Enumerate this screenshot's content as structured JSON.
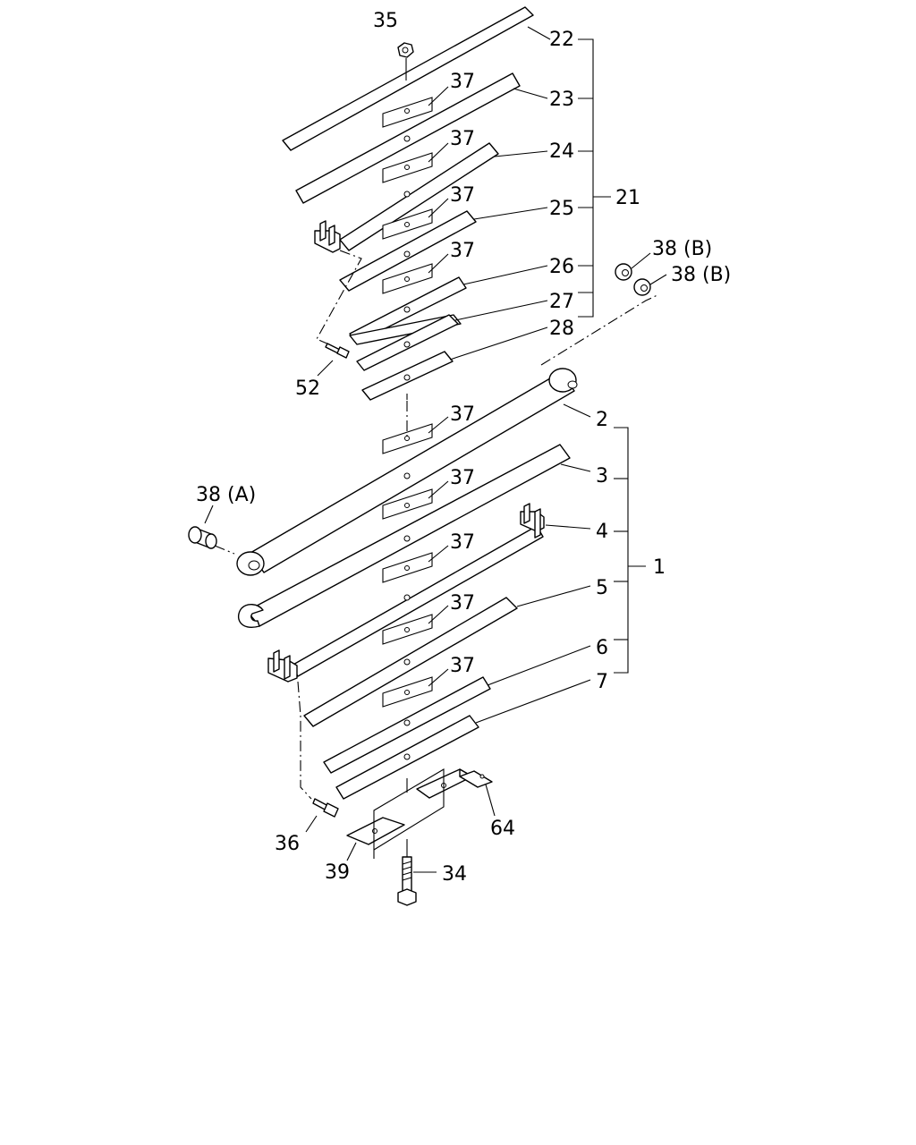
{
  "labels": {
    "p1": "1",
    "p2": "2",
    "p3": "3",
    "p4": "4",
    "p5": "5",
    "p6": "6",
    "p7": "7",
    "p21": "21",
    "p22": "22",
    "p23": "23",
    "p24": "24",
    "p25": "25",
    "p26": "26",
    "p27": "27",
    "p28": "28",
    "p34": "34",
    "p35": "35",
    "p36": "36",
    "p37": "37",
    "p38a": "38 (A)",
    "p38b": "38 (B)",
    "p39": "39",
    "p52": "52",
    "p64": "64"
  },
  "colors": {
    "line": "#000000",
    "background": "#ffffff"
  }
}
